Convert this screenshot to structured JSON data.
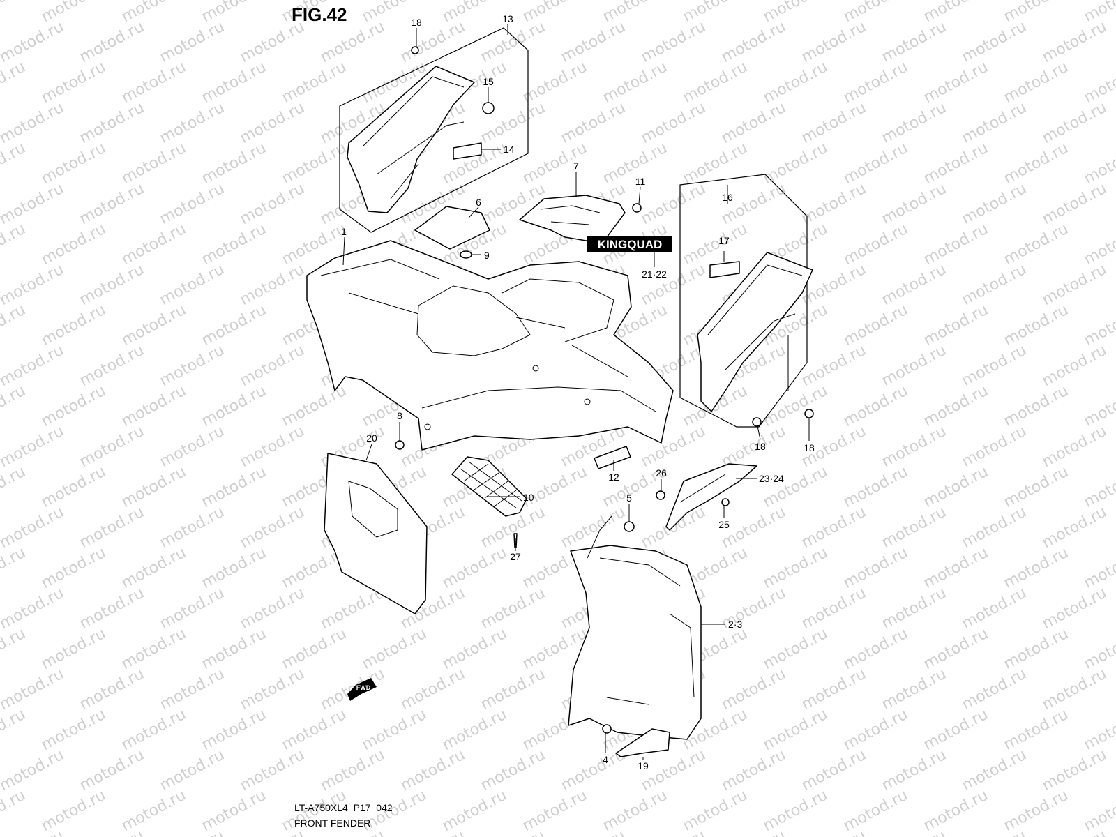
{
  "watermark": "motod.ru",
  "figure_title": "FIG.42",
  "model_code": "LT-A750XL4_P17_042",
  "section_title": "FRONT FENDER",
  "logo_text": "KINGQUAD",
  "fwd_label": "FWD",
  "callouts": {
    "c1": "1",
    "c2_3": "2·3",
    "c4": "4",
    "c5": "5",
    "c6": "6",
    "c7": "7",
    "c8": "8",
    "c9": "9",
    "c10": "10",
    "c11": "11",
    "c12": "12",
    "c13": "13",
    "c14": "14",
    "c15": "15",
    "c16": "16",
    "c17": "17",
    "c18a": "18",
    "c18b": "18",
    "c18c": "18",
    "c19": "19",
    "c20": "20",
    "c21_22": "21·22",
    "c23_24": "23·24",
    "c25": "25",
    "c26": "26",
    "c27": "27"
  }
}
